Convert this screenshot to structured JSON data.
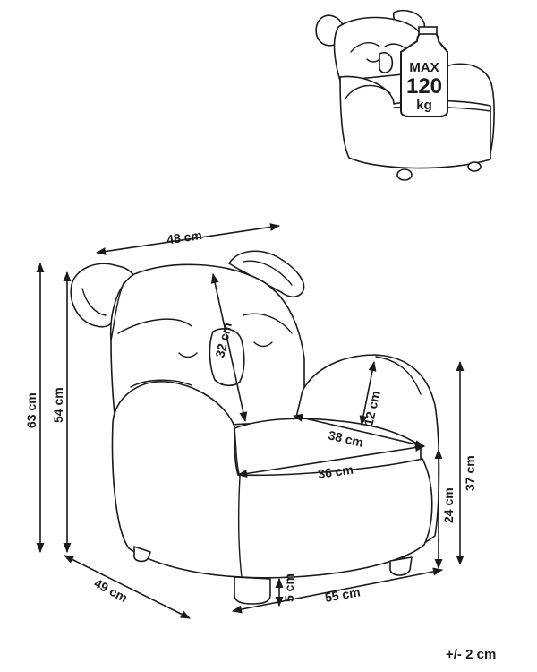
{
  "load_badge": {
    "line1": "MAX",
    "line2": "120",
    "line3": "kg"
  },
  "dimensions": {
    "width_top": "48 cm",
    "total_height": "63 cm",
    "back_height": "54 cm",
    "head_height": "32 cm",
    "armrest_height": "12 cm",
    "seat_depth": "38 cm",
    "seat_width": "36 cm",
    "seat_height": "24 cm",
    "arm_height": "37 cm",
    "leg_height": "5 cm",
    "depth": "49 cm",
    "width_bottom": "55 cm"
  },
  "tolerance": "+/- 2 cm"
}
